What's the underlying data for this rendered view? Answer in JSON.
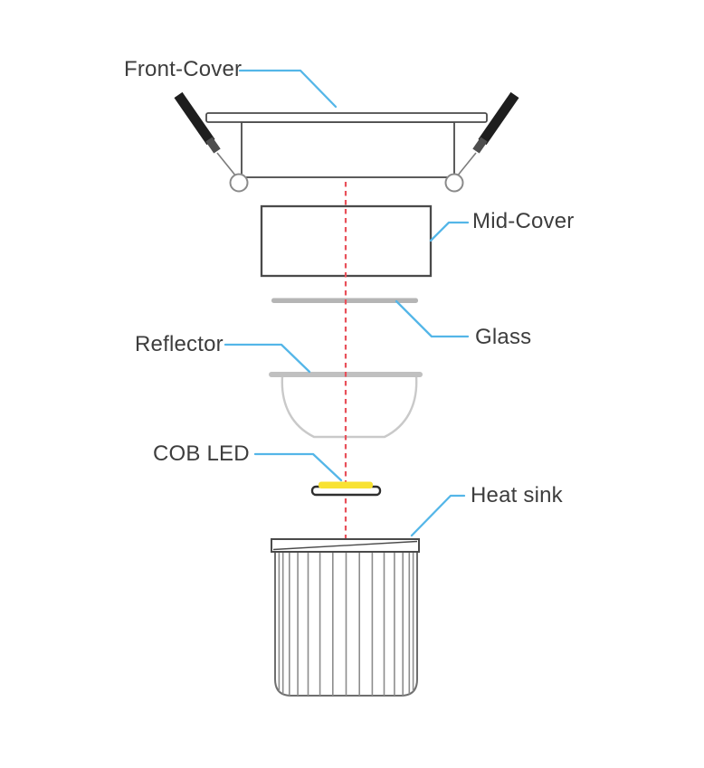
{
  "diagram": {
    "type": "exploded-view",
    "subject": "COB LED downlight components",
    "components": [
      {
        "id": "front-cover",
        "label": "Front-Cover"
      },
      {
        "id": "mid-cover",
        "label": "Mid-Cover"
      },
      {
        "id": "glass",
        "label": "Glass"
      },
      {
        "id": "reflector",
        "label": "Reflector"
      },
      {
        "id": "cob-led",
        "label": "COB LED"
      },
      {
        "id": "heat-sink",
        "label": "Heat sink"
      }
    ],
    "colors": {
      "leader_line": "#54b6e8",
      "center_line": "#e8505a",
      "led_yellow": "#f8e232",
      "metal_gray": "#c0c0c0",
      "bowl_gray": "#c9c9c9",
      "fin_gray": "#8d8d8d",
      "outline_dark": "#4a4a4a",
      "clip_black": "#1e1e1e",
      "label_text": "#3d3d3d"
    }
  }
}
